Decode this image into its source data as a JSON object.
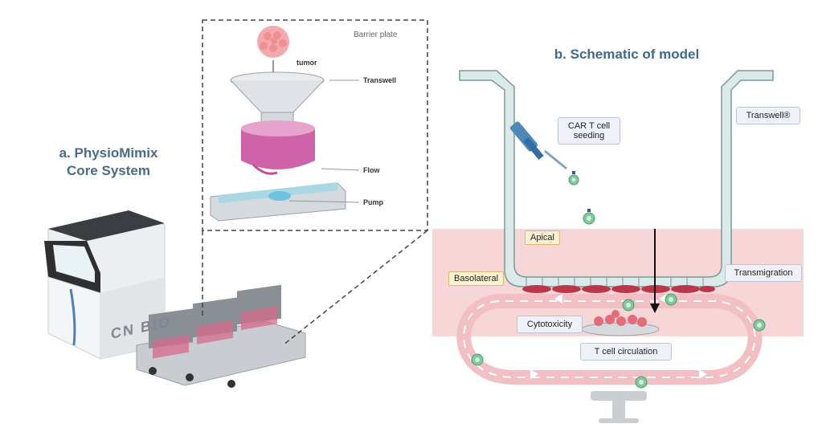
{
  "left": {
    "title_line1": "a. PhysioMimix",
    "title_line2": "Core System",
    "device_brand": "CN BIO"
  },
  "inset": {
    "heading": "Barrier plate",
    "labels": {
      "tumor": "tumor",
      "transwell": "Transwell",
      "flow": "Flow",
      "pump": "Pump"
    }
  },
  "schematic": {
    "title": "b. Schematic of model",
    "car_t": "CAR T cell seeding",
    "transwell": "Transwell®",
    "apical": "Apical",
    "basolateral": "Basolateral",
    "transmigration": "Transmigration",
    "cytotoxicity": "Cytotoxicity",
    "circulation": "T cell circulation"
  },
  "colors": {
    "title_blue": "#3f6a8c",
    "pink_band": "#f7d6d8",
    "transwell_fill": "#dbe9e8",
    "cell_green": "#7fc99c"
  }
}
